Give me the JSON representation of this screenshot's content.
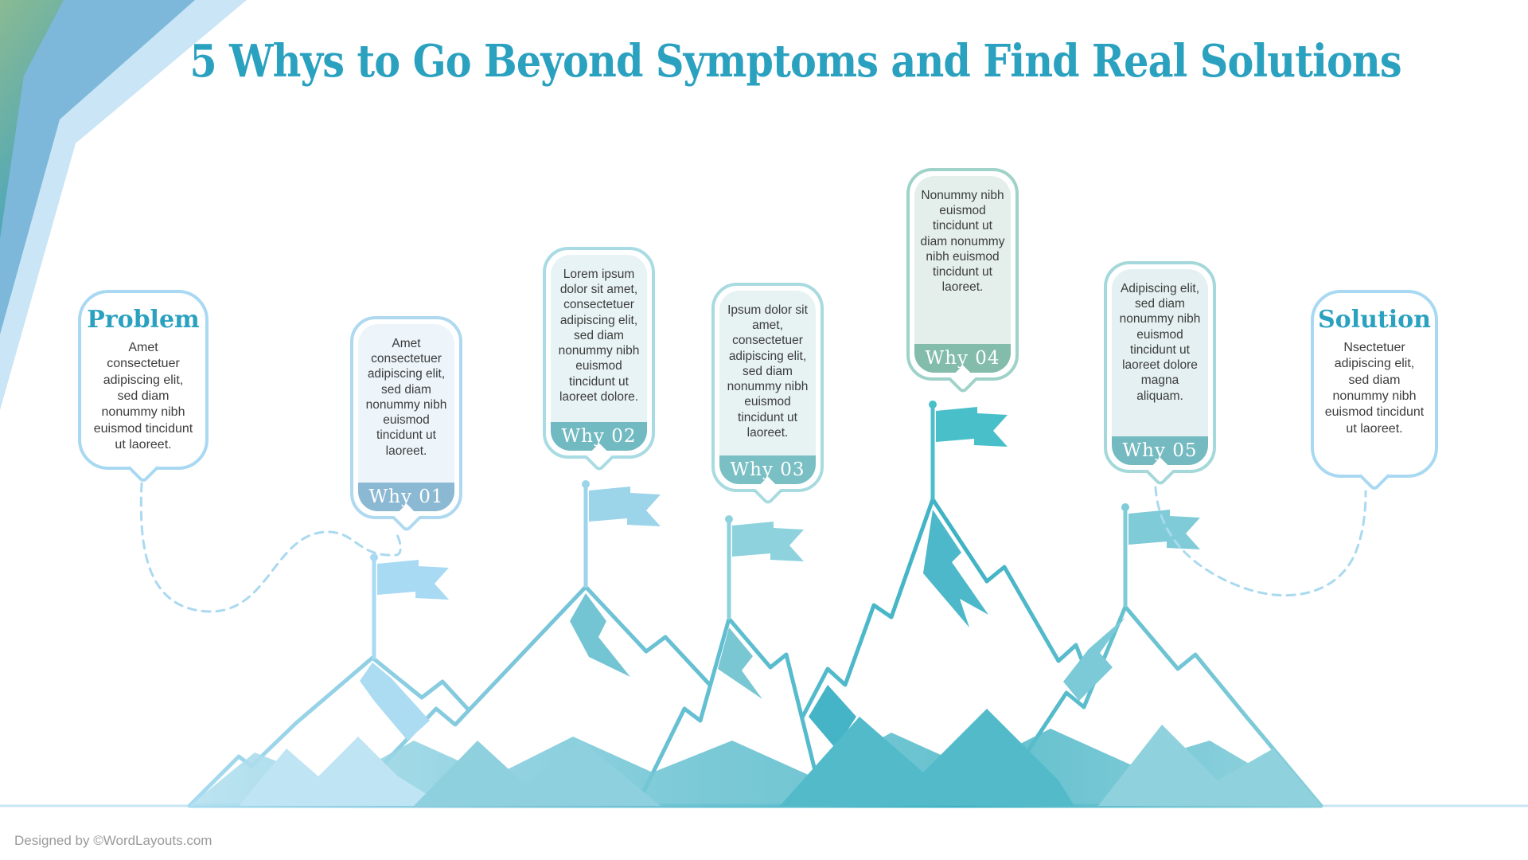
{
  "title": "5 Whys to Go Beyond Symptoms and Find Real Solutions",
  "footer": "Designed by ©WordLayouts.com",
  "colors": {
    "accent_teal": "#2ba1c0",
    "bubble_border": "#a9d9f2",
    "body_text": "#3c3c3c",
    "corner_green": "#8aba92",
    "corner_steel_blue": "#7db8da",
    "corner_pale_blue": "#c9e5f6",
    "flag_colors": [
      "#a8daf3",
      "#9cd4ea",
      "#8ed2de",
      "#49bfca",
      "#7fcbd7"
    ]
  },
  "cards": {
    "problem": {
      "title": "Problem",
      "body": "Amet consectetuer adipiscing elit, sed diam nonummy nibh euismod tincidunt ut laoreet."
    },
    "solution": {
      "title": "Solution",
      "body": "Nsectetuer adipiscing elit, sed diam nonummy nibh euismod tincidunt ut laoreet."
    },
    "whys": [
      {
        "label": "Why 01",
        "body": "Amet consectetuer adipiscing elit, sed diam nonummy nibh euismod tincidunt ut laoreet.",
        "border_color": "#aed9f0",
        "fill_color": "#edf5fb",
        "badge_color": "#8bb8d2"
      },
      {
        "label": "Why 02",
        "body": "Lorem ipsum dolor sit amet, consectetuer adipiscing elit, sed diam nonummy nibh euismod tincidunt ut laoreet dolore.",
        "border_color": "#a8dbe3",
        "fill_color": "#e8f3f5",
        "badge_color": "#72bac2"
      },
      {
        "label": "Why 03",
        "body": "Ipsum dolor sit amet, consectetuer adipiscing elit, sed diam nonummy nibh euismod tincidunt ut laoreet.",
        "border_color": "#a8dbe0",
        "fill_color": "#e7f2f3",
        "badge_color": "#7abfc3"
      },
      {
        "label": "Why 04",
        "body": "Nonummy nibh euismod tincidunt ut diam nonummy nibh euismod tincidunt ut laoreet.",
        "border_color": "#9fd2c9",
        "fill_color": "#e4efec",
        "badge_color": "#83bcab"
      },
      {
        "label": "Why 05",
        "body": "Adipiscing elit, sed diam nonummy nibh euismod tincidunt ut laoreet dolore magna aliquam.",
        "border_color": "#a4d8da",
        "fill_color": "#e4f0f1",
        "badge_color": "#74bac0"
      }
    ]
  }
}
